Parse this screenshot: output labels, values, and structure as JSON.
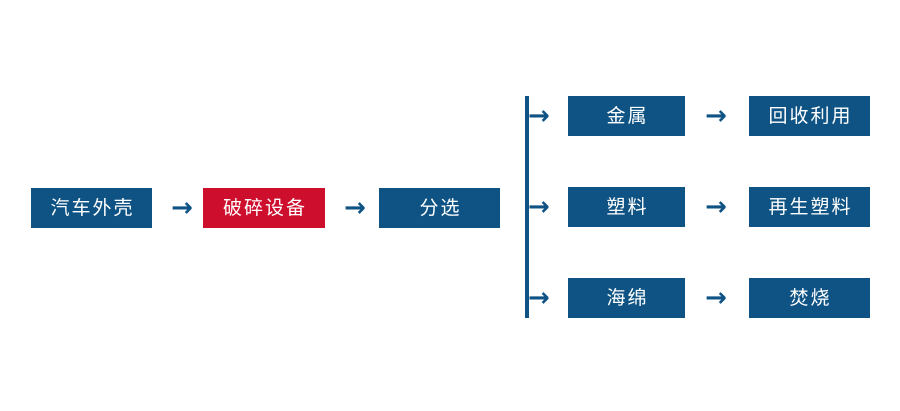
{
  "diagram": {
    "type": "process-flowchart",
    "background_color": "#FFFFFF",
    "colors": {
      "primary_blue": "#0F5384",
      "highlight_red": "#CE0E2D",
      "node_text": "#FFFFFF",
      "connector": "#0F5384"
    },
    "main_chain": {
      "nodes": [
        {
          "label": "汽车外壳",
          "color": "#0F5384"
        },
        {
          "label": "破碎设备",
          "color": "#CE0E2D"
        },
        {
          "label": "分选",
          "color": "#0F5384"
        }
      ],
      "connectors": [
        {
          "glyph": "→"
        },
        {
          "glyph": "→"
        }
      ]
    },
    "split": {
      "connector_glyph": "→",
      "branches": [
        {
          "material": {
            "label": "金属",
            "color": "#0F5384"
          },
          "arrow": {
            "glyph": "→"
          },
          "destination": {
            "label": "回收利用",
            "color": "#0F5384"
          }
        },
        {
          "material": {
            "label": "塑料",
            "color": "#0F5384"
          },
          "arrow": {
            "glyph": "→"
          },
          "destination": {
            "label": "再生塑料",
            "color": "#0F5384"
          }
        },
        {
          "material": {
            "label": "海绵",
            "color": "#0F5384"
          },
          "arrow": {
            "glyph": "→"
          },
          "destination": {
            "label": "焚烧",
            "color": "#0F5384"
          }
        }
      ]
    }
  }
}
